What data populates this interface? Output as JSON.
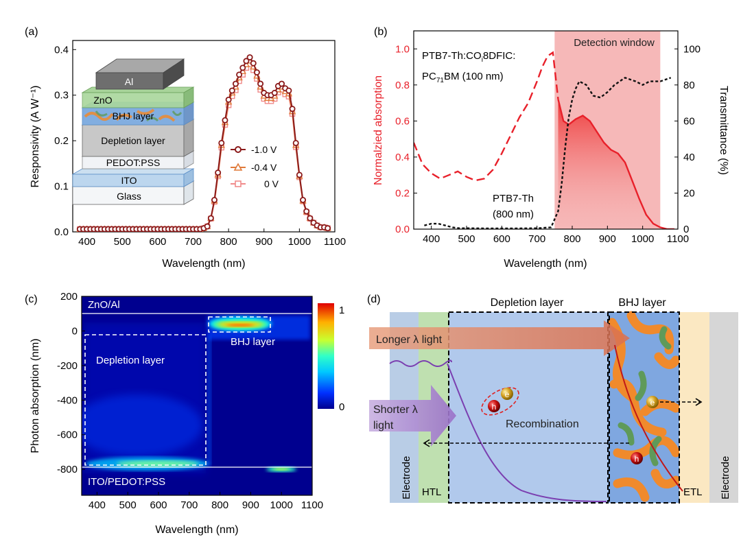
{
  "panels": {
    "a": {
      "label": "(a)",
      "stack": [
        "Al",
        "ZnO",
        "BHJ layer",
        "Depletion layer",
        "PEDOT:PSS",
        "ITO",
        "Glass"
      ]
    },
    "b": {
      "label": "(b)",
      "detection": "Detection window",
      "ann_blend_1": "PTB7-Th:CO",
      "ann_blend_sub1": "i",
      "ann_blend_2": "8DFIC:",
      "ann_blend_3": "PC",
      "ann_blend_sub2": "71",
      "ann_blend_4": "BM (100 nm)",
      "ann_ptb_1": "PTB7-Th",
      "ann_ptb_2": "(800 nm)"
    },
    "c": {
      "label": "(c)",
      "znoal": "ZnO/Al",
      "bhj": "BHJ layer",
      "depletion": "Depletion layer",
      "itopedot": "ITO/PEDOT:PSS",
      "cbar_ticks": [
        "1",
        "0"
      ]
    },
    "d": {
      "label": "(d)",
      "depletion": "Depletion layer",
      "bhj": "BHJ layer",
      "longer": "Longer λ light",
      "shorter_1": "Shorter λ",
      "shorter_2": "light",
      "recombination": "Recombination",
      "electrode_left": "Electrode",
      "electrode_right": "Electrode",
      "htl": "HTL",
      "etl": "ETL",
      "e": "e",
      "h": "h"
    }
  },
  "colors": {
    "dark_red": "#8b1a1a",
    "orange": "#e07a3a",
    "pink": "#f08a8a",
    "red": "#e8202a",
    "window": "#f6b8b8",
    "purple": "#7b3fb0",
    "electrode": "#b9cde6",
    "htl": "#bfe0b0",
    "etl": "#fbe8c2",
    "electrode_right": "#d6d6d6",
    "bhj_bg": "#7fa7e0",
    "bhj_orange": "#f08a2c",
    "bhj_green": "#5f9a5a"
  },
  "chart_data": [
    {
      "panel": "a",
      "type": "line",
      "xlabel": "Wavelength (nm)",
      "ylabel": "Responsivity (A W⁻¹)",
      "xlim": [
        360,
        1100
      ],
      "ylim": [
        0,
        0.42
      ],
      "xticks": [
        "400",
        "500",
        "600",
        "700",
        "800",
        "900",
        "1000",
        "1100"
      ],
      "yticks": [
        "0.0",
        "0.1",
        "0.2",
        "0.3",
        "0.4"
      ],
      "legend": [
        "-1.0 V",
        "-0.4 V",
        "0 V"
      ],
      "x": [
        380,
        390,
        400,
        410,
        420,
        430,
        440,
        450,
        460,
        470,
        480,
        490,
        500,
        510,
        520,
        530,
        540,
        550,
        560,
        570,
        580,
        590,
        600,
        610,
        620,
        630,
        640,
        650,
        660,
        670,
        680,
        690,
        700,
        710,
        720,
        730,
        740,
        750,
        760,
        770,
        780,
        790,
        800,
        810,
        820,
        830,
        840,
        850,
        860,
        870,
        880,
        890,
        900,
        910,
        920,
        930,
        940,
        950,
        960,
        970,
        980,
        990,
        1000,
        1010,
        1020,
        1030,
        1040,
        1050,
        1060,
        1070,
        1080
      ],
      "series": [
        {
          "name": "-1.0 V",
          "values": [
            0.006,
            0.006,
            0.006,
            0.006,
            0.006,
            0.006,
            0.006,
            0.006,
            0.006,
            0.006,
            0.006,
            0.006,
            0.006,
            0.006,
            0.006,
            0.006,
            0.006,
            0.006,
            0.006,
            0.006,
            0.006,
            0.006,
            0.006,
            0.006,
            0.006,
            0.006,
            0.006,
            0.006,
            0.006,
            0.006,
            0.006,
            0.006,
            0.006,
            0.006,
            0.006,
            0.008,
            0.012,
            0.03,
            0.07,
            0.13,
            0.195,
            0.245,
            0.29,
            0.31,
            0.325,
            0.345,
            0.36,
            0.375,
            0.383,
            0.37,
            0.35,
            0.325,
            0.305,
            0.3,
            0.3,
            0.305,
            0.32,
            0.325,
            0.315,
            0.31,
            0.27,
            0.195,
            0.125,
            0.07,
            0.045,
            0.03,
            0.02,
            0.014,
            0.01,
            0.01,
            0.008
          ]
        },
        {
          "name": "-0.4 V",
          "values": [
            0.006,
            0.006,
            0.006,
            0.006,
            0.006,
            0.006,
            0.006,
            0.006,
            0.006,
            0.006,
            0.006,
            0.006,
            0.006,
            0.006,
            0.006,
            0.006,
            0.006,
            0.006,
            0.006,
            0.006,
            0.006,
            0.006,
            0.006,
            0.006,
            0.006,
            0.006,
            0.006,
            0.006,
            0.006,
            0.006,
            0.006,
            0.006,
            0.006,
            0.006,
            0.006,
            0.008,
            0.012,
            0.03,
            0.068,
            0.125,
            0.19,
            0.24,
            0.285,
            0.305,
            0.318,
            0.338,
            0.352,
            0.367,
            0.375,
            0.362,
            0.342,
            0.318,
            0.298,
            0.293,
            0.293,
            0.298,
            0.312,
            0.318,
            0.308,
            0.303,
            0.264,
            0.19,
            0.122,
            0.068,
            0.044,
            0.03,
            0.02,
            0.014,
            0.01,
            0.01,
            0.008
          ]
        },
        {
          "name": "0 V",
          "values": [
            0.006,
            0.006,
            0.006,
            0.006,
            0.006,
            0.006,
            0.006,
            0.006,
            0.006,
            0.006,
            0.006,
            0.006,
            0.006,
            0.006,
            0.006,
            0.006,
            0.006,
            0.006,
            0.006,
            0.006,
            0.006,
            0.006,
            0.006,
            0.006,
            0.006,
            0.006,
            0.006,
            0.006,
            0.006,
            0.006,
            0.006,
            0.006,
            0.006,
            0.006,
            0.006,
            0.008,
            0.012,
            0.029,
            0.066,
            0.122,
            0.185,
            0.235,
            0.278,
            0.298,
            0.311,
            0.331,
            0.345,
            0.36,
            0.368,
            0.355,
            0.336,
            0.312,
            0.292,
            0.287,
            0.287,
            0.292,
            0.306,
            0.312,
            0.302,
            0.297,
            0.259,
            0.186,
            0.12,
            0.067,
            0.043,
            0.029,
            0.02,
            0.014,
            0.01,
            0.01,
            0.008
          ]
        }
      ]
    },
    {
      "panel": "b",
      "type": "line",
      "xlabel": "Wavelength (nm)",
      "ylabel": "Normalzied absorption",
      "ylabel2": "Transmittance (%)",
      "xlim": [
        350,
        1100
      ],
      "ylim": [
        0,
        1.1
      ],
      "ylim2": [
        0,
        110
      ],
      "xticks": [
        "400",
        "500",
        "600",
        "700",
        "800",
        "900",
        "1000",
        "1100"
      ],
      "yticks": [
        "0.0",
        "0.2",
        "0.4",
        "0.6",
        "0.8",
        "1.0"
      ],
      "yticks2": [
        "0",
        "20",
        "40",
        "60",
        "80",
        "100"
      ],
      "detection_window": [
        750,
        1050
      ],
      "absorption": {
        "x": [
          350,
          375,
          400,
          425,
          450,
          475,
          500,
          525,
          550,
          575,
          600,
          625,
          650,
          675,
          700,
          715,
          730,
          745,
          760,
          775,
          790,
          810,
          830,
          850,
          870,
          890,
          910,
          930,
          950,
          970,
          990,
          1010,
          1030,
          1050,
          1070,
          1090
        ],
        "y": [
          0.48,
          0.36,
          0.31,
          0.28,
          0.3,
          0.32,
          0.29,
          0.27,
          0.28,
          0.33,
          0.42,
          0.52,
          0.62,
          0.7,
          0.82,
          0.9,
          0.96,
          0.98,
          0.72,
          0.6,
          0.58,
          0.61,
          0.63,
          0.6,
          0.54,
          0.48,
          0.44,
          0.42,
          0.37,
          0.27,
          0.17,
          0.08,
          0.03,
          0.01,
          0.0,
          0.0
        ]
      },
      "transmittance": {
        "x": [
          380,
          400,
          420,
          440,
          460,
          480,
          500,
          550,
          600,
          650,
          700,
          740,
          760,
          770,
          780,
          790,
          800,
          810,
          820,
          840,
          860,
          880,
          900,
          920,
          950,
          980,
          1000,
          1020,
          1050,
          1080
        ],
        "y": [
          2,
          3,
          3,
          2,
          1,
          0.5,
          0.5,
          0.4,
          0.4,
          0.4,
          0.5,
          1,
          10,
          25,
          45,
          62,
          72,
          78,
          82,
          80,
          74,
          73,
          76,
          80,
          84,
          82,
          80,
          82,
          82,
          84
        ]
      }
    },
    {
      "panel": "c",
      "type": "heatmap",
      "xlabel": "Wavelength (nm)",
      "ylabel": "Photon absorption (nm)",
      "xlim": [
        350,
        1100
      ],
      "ylim": [
        -950,
        200
      ],
      "xticks": [
        "400",
        "500",
        "600",
        "700",
        "800",
        "900",
        "1000",
        "1100"
      ],
      "yticks": [
        "200",
        "0",
        "-200",
        "-400",
        "-600",
        "-800"
      ],
      "colorbar": [
        0,
        1
      ]
    }
  ]
}
